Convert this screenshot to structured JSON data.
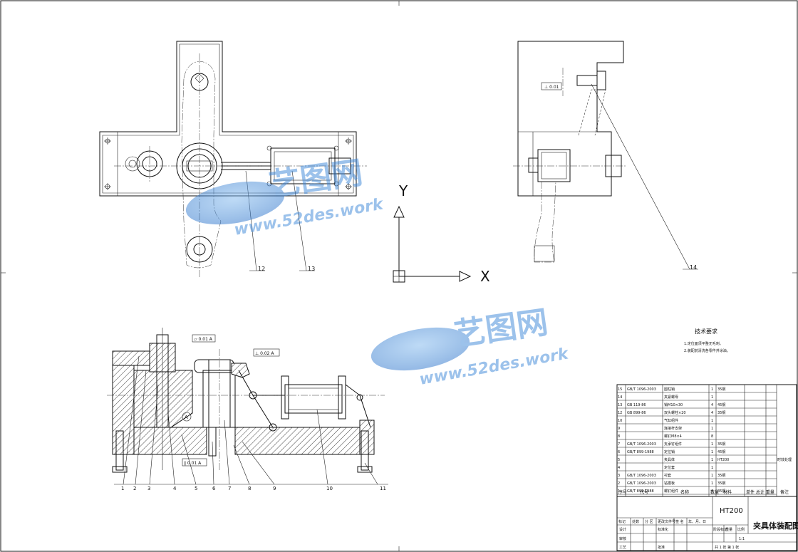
{
  "drawing": {
    "title": "夹具体装配图",
    "material": "HT200",
    "tech_requirements": {
      "heading": "技术要求",
      "items": [
        "1.定位面须平整无毛刺。",
        "2.装配前清洗各零件并涂油。"
      ]
    }
  },
  "balloons": {
    "top": [
      "12",
      "13"
    ],
    "side": [
      "14"
    ],
    "bottom": [
      "1",
      "2",
      "3",
      "4",
      "5",
      "6",
      "7",
      "8",
      "9",
      "10",
      "11"
    ]
  },
  "axes": {
    "x": "X",
    "y": "Y"
  },
  "tolerances": {
    "t1": "⊥ 0.01",
    "t2": "▱ 0.01 A",
    "t3": "⊥ 0.02 A",
    "t4": "∥ 0.01 A"
  },
  "datum": "A",
  "watermark": {
    "brand": "艺图网",
    "url": "www.52des.work"
  },
  "bom": {
    "headers": {
      "no": "序号",
      "code": "代号",
      "name": "名称",
      "qty": "数量",
      "material": "材料",
      "weight": "单件 总计 重量",
      "remark": "备注"
    },
    "rows": [
      {
        "no": "15",
        "code": "GB/T 1096-2003",
        "name": "圆柱销",
        "qty": "1",
        "material": "35钢",
        "remark": ""
      },
      {
        "no": "14",
        "code": "",
        "name": "夹紧螺母",
        "qty": "1",
        "material": "",
        "remark": ""
      },
      {
        "no": "13",
        "code": "GB 119-86",
        "name": "销M10×30",
        "qty": "4",
        "material": "45钢",
        "remark": ""
      },
      {
        "no": "12",
        "code": "GB 899-86",
        "name": "双头螺柱×20",
        "qty": "4",
        "material": "35钢",
        "remark": ""
      },
      {
        "no": "10",
        "code": "",
        "name": "气缸组件",
        "qty": "1",
        "material": "",
        "remark": ""
      },
      {
        "no": "9",
        "code": "",
        "name": "连接杆支架",
        "qty": "1",
        "material": "",
        "remark": ""
      },
      {
        "no": "8",
        "code": "",
        "name": "螺钉M8×4",
        "qty": "8",
        "material": "",
        "remark": ""
      },
      {
        "no": "7",
        "code": "GB/T 1096-2003",
        "name": "支承钉组件",
        "qty": "1",
        "material": "35钢",
        "remark": ""
      },
      {
        "no": "6",
        "code": "GB/T 899-1988",
        "name": "定位销",
        "qty": "1",
        "material": "45钢",
        "remark": ""
      },
      {
        "no": "5",
        "code": "",
        "name": "夹具体",
        "qty": "1",
        "material": "HT200",
        "remark": "时效处理"
      },
      {
        "no": "4",
        "code": "",
        "name": "定位套",
        "qty": "1",
        "material": "",
        "remark": ""
      },
      {
        "no": "3",
        "code": "GB/T 1096-2003",
        "name": "衬套",
        "qty": "1",
        "material": "35钢",
        "remark": ""
      },
      {
        "no": "2",
        "code": "GB/T 1096-2003",
        "name": "钻模板",
        "qty": "1",
        "material": "35钢",
        "remark": ""
      },
      {
        "no": "1",
        "code": "GB/T 899-1988",
        "name": "螺钉组件",
        "qty": "4",
        "material": "45钢",
        "remark": ""
      }
    ]
  },
  "titleblock": {
    "revision_row": [
      "标记",
      "处数",
      "分 区",
      "更改文件号",
      "签 名",
      "年、月、日"
    ],
    "roles": [
      "设计",
      "审核",
      "工艺"
    ],
    "standard": "标准化",
    "approve": "批准",
    "stage": "阶段标记",
    "weight": "重量",
    "scale": "比例",
    "scale_value": "1:1",
    "sheets": "共 1 张   第 1 张"
  }
}
